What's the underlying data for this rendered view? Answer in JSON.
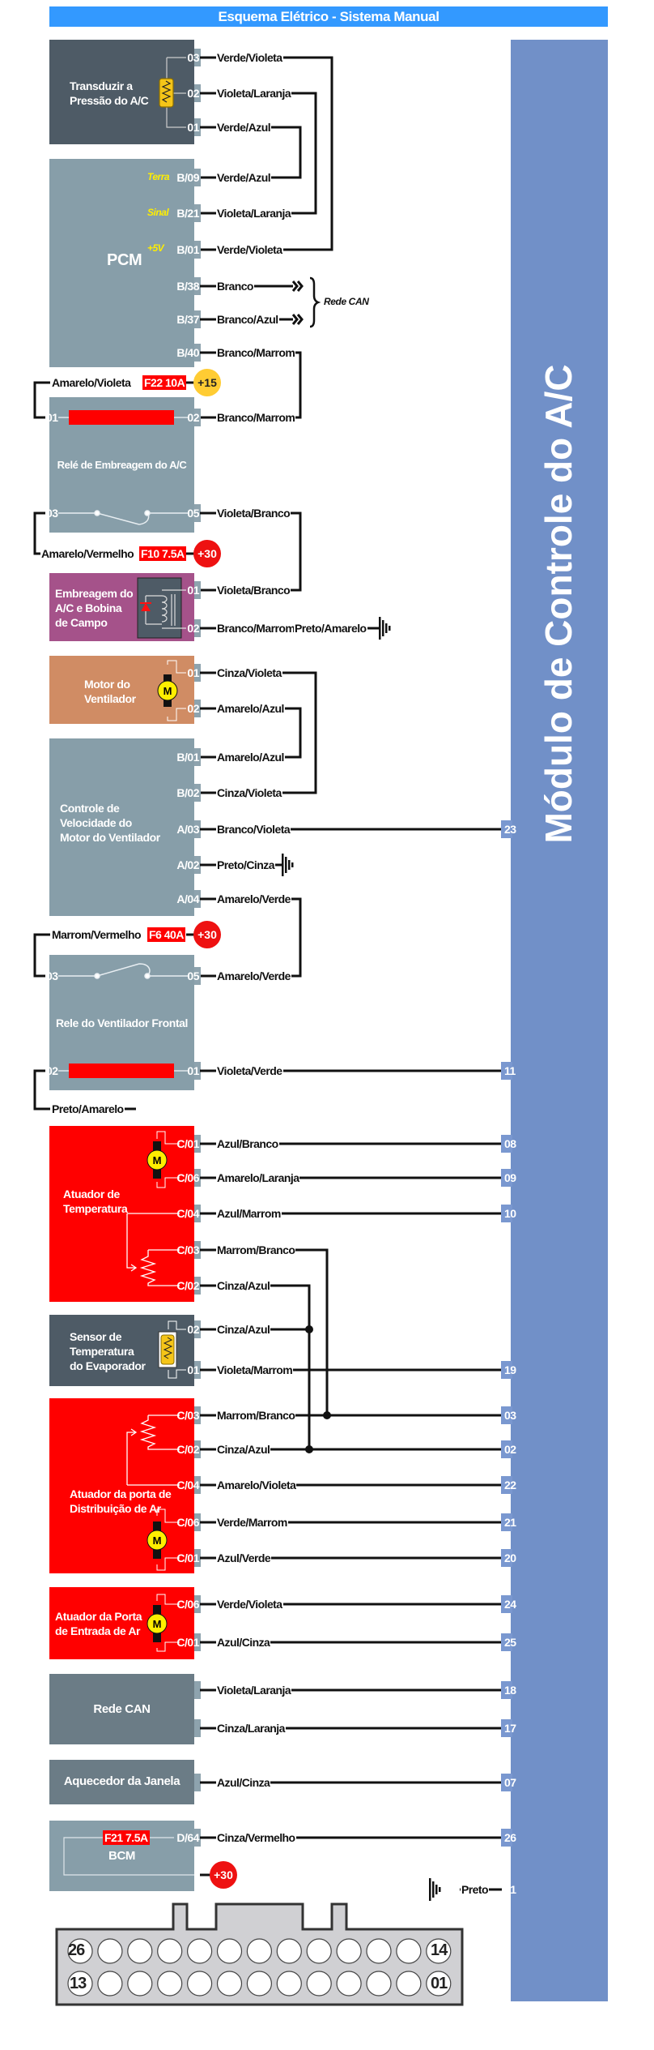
{
  "header": {
    "title": "Esquema Elétrico - Sistema Manual"
  },
  "module": {
    "label": "Módulo de Controle do A/C",
    "ground_wire": "Preto",
    "ground_pin": "01"
  },
  "blocks": {
    "transducer": "Transduzir a\nPressão do A/C",
    "pcm": "PCM",
    "clutch_relay": "Relé de Embreagem do A/C",
    "clutch": "Embreagem do\nA/C e Bobina\nde Campo",
    "blower_motor": "Motor do\nVentilador",
    "blower_control": "Controle de\nVelocidade do\nMotor do Ventilador",
    "blower_relay": "Rele do Ventilador Frontal",
    "temp_actuator": "Atuador de\nTemperatura",
    "evap_sensor": "Sensor de\nTemperatura\ndo Evaporador",
    "distribution_actuator": "Atuador da porta de\nDistribuição de Ar",
    "intake_actuator": "Atuador da Porta\nde Entrada de Ar",
    "can": "Rede CAN",
    "window_heater": "Aquecedor da Janela",
    "bcm": "BCM"
  },
  "pcm_signals": {
    "terra": "Terra",
    "sinal": "Sinal",
    "v5": "+5V"
  },
  "can_bus_label": "Rede CAN",
  "rows": [
    {
      "pin": "03",
      "wire": "Verde/Violeta"
    },
    {
      "pin": "02",
      "wire": "Violeta/Laranja"
    },
    {
      "pin": "01",
      "wire": "Verde/Azul"
    },
    {
      "pin": "B/09",
      "wire": "Verde/Azul"
    },
    {
      "pin": "B/21",
      "wire": "Violeta/Laranja"
    },
    {
      "pin": "B/01",
      "wire": "Verde/Violeta"
    },
    {
      "pin": "B/38",
      "wire": "Branco"
    },
    {
      "pin": "B/37",
      "wire": "Branco/Azul"
    },
    {
      "pin": "B/40",
      "wire": "Branco/Marrom"
    },
    {
      "pin": "02",
      "wire": "Branco/Marrom"
    },
    {
      "pin": "05",
      "wire": "Violeta/Branco"
    },
    {
      "pin": "01",
      "wire": "Violeta/Branco"
    },
    {
      "pin": "02",
      "wire": "Branco/Marrom",
      "wire2": "Preto/Amarelo"
    },
    {
      "pin": "01",
      "wire": "Cinza/Violeta"
    },
    {
      "pin": "02",
      "wire": "Amarelo/Azul"
    },
    {
      "pin": "B/01",
      "wire": "Amarelo/Azul"
    },
    {
      "pin": "B/02",
      "wire": "Cinza/Violeta"
    },
    {
      "pin": "A/03",
      "wire": "Branco/Violeta",
      "module_pin": "23"
    },
    {
      "pin": "A/02",
      "wire": "Preto/Cinza"
    },
    {
      "pin": "A/04",
      "wire": "Amarelo/Verde"
    },
    {
      "pin": "05",
      "wire": "Amarelo/Verde"
    },
    {
      "pin": "01",
      "wire": "Violeta/Verde",
      "module_pin": "11"
    },
    {
      "pin": "C/01",
      "wire": "Azul/Branco",
      "module_pin": "08"
    },
    {
      "pin": "C/06",
      "wire": "Amarelo/Laranja",
      "module_pin": "09"
    },
    {
      "pin": "C/04",
      "wire": "Azul/Marrom",
      "module_pin": "10"
    },
    {
      "pin": "C/03",
      "wire": "Marrom/Branco"
    },
    {
      "pin": "C/02",
      "wire": "Cinza/Azul"
    },
    {
      "pin": "02",
      "wire": "Cinza/Azul"
    },
    {
      "pin": "01",
      "wire": "Violeta/Marrom",
      "module_pin": "19"
    },
    {
      "pin": "C/03",
      "wire": "Marrom/Branco",
      "module_pin": "03"
    },
    {
      "pin": "C/02",
      "wire": "Cinza/Azul",
      "module_pin": "02"
    },
    {
      "pin": "C/04",
      "wire": "Amarelo/Violeta",
      "module_pin": "22"
    },
    {
      "pin": "C/06",
      "wire": "Verde/Marrom",
      "module_pin": "21"
    },
    {
      "pin": "C/01",
      "wire": "Azul/Verde",
      "module_pin": "20"
    },
    {
      "pin": "C/06",
      "wire": "Verde/Violeta",
      "module_pin": "24"
    },
    {
      "pin": "C/01",
      "wire": "Azul/Cinza",
      "module_pin": "25"
    },
    {
      "pin": "",
      "wire": "Violeta/Laranja",
      "module_pin": "18"
    },
    {
      "pin": "",
      "wire": "Cinza/Laranja",
      "module_pin": "17"
    },
    {
      "pin": "",
      "wire": "Azul/Cinza",
      "module_pin": "07"
    },
    {
      "pin": "D/64",
      "wire": "Cinza/Vermelho",
      "module_pin": "26"
    }
  ],
  "relay_left_pins": [
    "01",
    "03",
    "03",
    "02"
  ],
  "power_feeds": [
    {
      "wire": "Amarelo/Violeta",
      "fuse": "F22 10A",
      "source": "+15"
    },
    {
      "wire": "Amarelo/Vermelho",
      "fuse": "F10 7.5A",
      "source": "+30"
    },
    {
      "wire": "Marrom/Vermelho",
      "fuse": "F6 40A",
      "source": "+30"
    }
  ],
  "blower_relay_ground_wire": "Preto/Amarelo",
  "bcm": {
    "fuse": "F21 7.5A",
    "source": "+30"
  },
  "connector": {
    "top_left": "26",
    "top_right": "14",
    "bottom_left": "13",
    "bottom_right": "01"
  },
  "colors": {
    "header": "#3399ff",
    "module": "#7190c8",
    "actuator": "#ff0000",
    "fuse": "#ff0000",
    "source_15": "#ffcc33",
    "source_30": "#ee1111"
  }
}
